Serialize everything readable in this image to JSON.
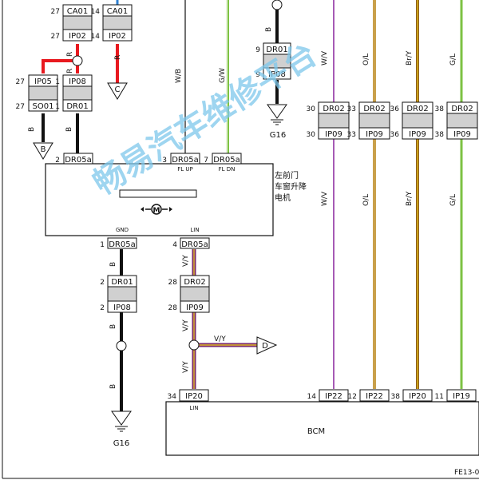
{
  "watermark": "畅易汽车维修平台",
  "figure_code": "FE13-0",
  "component": {
    "name_lines": [
      "左前门",
      "车窗升降",
      "电机"
    ],
    "top_pins": [
      {
        "pin": "2",
        "conn": "DR05a",
        "func": ""
      },
      {
        "pin": "3",
        "conn": "DR05a",
        "func": "FL UP"
      },
      {
        "pin": "7",
        "conn": "DR05a",
        "func": "FL DN"
      }
    ],
    "bottom_pins": [
      {
        "pin": "1",
        "conn": "DR05a",
        "func": "GND"
      },
      {
        "pin": "4",
        "conn": "DR05a",
        "func": "LIN"
      }
    ]
  },
  "bcm": {
    "name": "BCM",
    "lin_label": "LIN",
    "pins": [
      {
        "pin": "34",
        "conn": "IP20"
      },
      {
        "pin": "14",
        "conn": "IP22"
      },
      {
        "pin": "12",
        "conn": "IP22"
      },
      {
        "pin": "38",
        "conn": "IP20"
      },
      {
        "pin": "11",
        "conn": "IP19"
      }
    ]
  },
  "connectors": {
    "c27_ca01": {
      "pin": "27",
      "name": "CA01"
    },
    "c14_ca01": {
      "pin": "14",
      "name": "CA01"
    },
    "c27_ip02": {
      "pin": "27",
      "name": "IP02"
    },
    "c14_ip02": {
      "pin": "14",
      "name": "IP02"
    },
    "c27_ip05": {
      "pin": "27",
      "name": "IP05"
    },
    "c1_ip08": {
      "pin": "1",
      "name": "IP08"
    },
    "c27_so01": {
      "pin": "27",
      "name": "SO01"
    },
    "c1_dr01": {
      "pin": "1",
      "name": "DR01"
    },
    "c9_dr01": {
      "pin": "9",
      "name": "DR01"
    },
    "c9_ip08": {
      "pin": "9",
      "name": "IP08"
    },
    "c2_dr01": {
      "pin": "2",
      "name": "DR01"
    },
    "c2_ip08": {
      "pin": "2",
      "name": "IP08"
    },
    "c28_dr02": {
      "pin": "28",
      "name": "DR02"
    },
    "c28_ip09": {
      "pin": "28",
      "name": "IP09"
    },
    "c30_dr02": {
      "pin": "30",
      "name": "DR02"
    },
    "c33_dr02": {
      "pin": "33",
      "name": "DR02"
    },
    "c36_dr02": {
      "pin": "36",
      "name": "DR02"
    },
    "c38_dr02": {
      "pin": "38",
      "name": "DR02"
    },
    "c30_ip09": {
      "pin": "30",
      "name": "IP09"
    },
    "c33_ip09": {
      "pin": "33",
      "name": "IP09"
    },
    "c36_ip09": {
      "pin": "36",
      "name": "IP09"
    },
    "c38_ip09": {
      "pin": "38",
      "name": "IP09"
    }
  },
  "wire_labels": {
    "r1": "R",
    "r2": "R",
    "r3": "R",
    "b_left": "B",
    "b_dr01": "B",
    "b_upper": "B",
    "wb": "W/B",
    "gw": "G/W",
    "wv": "W/V",
    "ol": "O/L",
    "bry": "Br/Y",
    "gl": "G/L",
    "b_gnd1": "B",
    "b_gnd2": "B",
    "b_gnd3": "B",
    "vy1": "V/Y",
    "vy2": "V/Y",
    "vy3": "V/Y",
    "vy4": "V/Y"
  },
  "references": {
    "b": "B",
    "c": "C",
    "d": "D"
  },
  "grounds": {
    "upper": "G16",
    "lower": "G16"
  },
  "colors": {
    "red": "#e8191f",
    "black": "#111111",
    "green": "#7dc243",
    "violet": "#a65ab5",
    "orange": "#c9a04b",
    "brown": "#8b5a1a",
    "yellow": "#f2d21a",
    "vy_violet": "#7a2b6e",
    "blue": "#2d7fd1"
  }
}
